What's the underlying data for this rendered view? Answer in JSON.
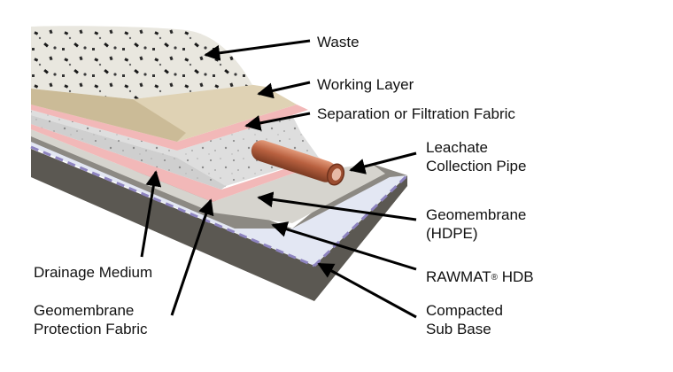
{
  "labels": {
    "waste": "Waste",
    "working_layer": "Working Layer",
    "separation_fabric": "Separation or Filtration Fabric",
    "leachate_line1": "Leachate",
    "leachate_line2": "Collection Pipe",
    "geomembrane_line1": "Geomembrane",
    "geomembrane_line2": "(HDPE)",
    "rawmat_name": "RAWMAT",
    "rawmat_mark": "®",
    "rawmat_suffix": " HDB",
    "subbase_line1": "Compacted",
    "subbase_line2": "Sub Base",
    "drainage": "Drainage Medium",
    "protection_line1": "Geomembrane",
    "protection_line2": "Protection Fabric"
  },
  "colors": {
    "waste": "#e9e7df",
    "working_layer": "#dfd2b4",
    "fabric": "#f2b8b8",
    "drainage": "#dedede",
    "geomembrane": "#d6d4ce",
    "rawmat": "#e3e7f3",
    "rawmat_stripe": "#8e84c0",
    "subbase_top": "#8c8983",
    "subbase_front": "#5b5852",
    "pipe": "#c06a4a",
    "arrow": "#000000"
  }
}
